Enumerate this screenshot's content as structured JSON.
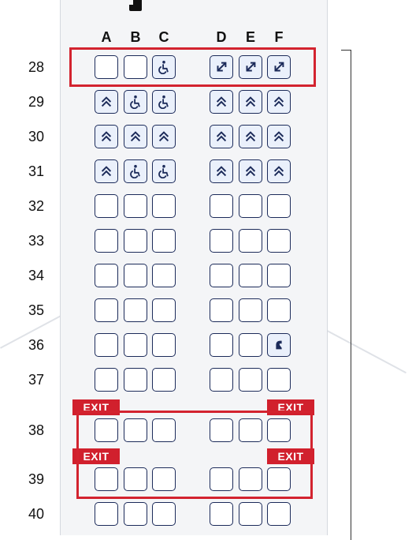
{
  "columns": [
    {
      "id": "col-a",
      "label": "A"
    },
    {
      "id": "col-b",
      "label": "B"
    },
    {
      "id": "col-c",
      "label": "C"
    },
    {
      "id": "col-d",
      "label": "D"
    },
    {
      "id": "col-e",
      "label": "E"
    },
    {
      "id": "col-f",
      "label": "F"
    }
  ],
  "rows": [
    {
      "number": "28",
      "seats": [
        "empty",
        "empty",
        "wheelchair",
        "arrow",
        "arrow",
        "arrow"
      ],
      "highlight": true,
      "exit": false
    },
    {
      "number": "29",
      "seats": [
        "chevrons",
        "wheelchair",
        "wheelchair",
        "chevrons",
        "chevrons",
        "chevrons"
      ],
      "highlight": false,
      "exit": false
    },
    {
      "number": "30",
      "seats": [
        "chevrons",
        "chevrons",
        "chevrons",
        "chevrons",
        "chevrons",
        "chevrons"
      ],
      "highlight": false,
      "exit": false
    },
    {
      "number": "31",
      "seats": [
        "chevrons",
        "wheelchair",
        "wheelchair",
        "chevrons",
        "chevrons",
        "chevrons"
      ],
      "highlight": false,
      "exit": false
    },
    {
      "number": "32",
      "seats": [
        "empty",
        "empty",
        "empty",
        "empty",
        "empty",
        "empty"
      ],
      "highlight": false,
      "exit": false
    },
    {
      "number": "33",
      "seats": [
        "empty",
        "empty",
        "empty",
        "empty",
        "empty",
        "empty"
      ],
      "highlight": false,
      "exit": false
    },
    {
      "number": "34",
      "seats": [
        "empty",
        "empty",
        "empty",
        "empty",
        "empty",
        "empty"
      ],
      "highlight": false,
      "exit": false
    },
    {
      "number": "35",
      "seats": [
        "empty",
        "empty",
        "empty",
        "empty",
        "empty",
        "empty"
      ],
      "highlight": false,
      "exit": false
    },
    {
      "number": "36",
      "seats": [
        "empty",
        "empty",
        "empty",
        "empty",
        "empty",
        "bassinet"
      ],
      "highlight": false,
      "exit": false
    },
    {
      "number": "37",
      "seats": [
        "empty",
        "empty",
        "empty",
        "empty",
        "empty",
        "empty"
      ],
      "highlight": false,
      "exit": false
    },
    {
      "number": "38",
      "seats": [
        "empty",
        "empty",
        "empty",
        "empty",
        "empty",
        "empty"
      ],
      "highlight": true,
      "exit": true
    },
    {
      "number": "39",
      "seats": [
        "empty",
        "empty",
        "empty",
        "empty",
        "empty",
        "empty"
      ],
      "highlight": true,
      "exit": true
    },
    {
      "number": "40",
      "seats": [
        "empty",
        "empty",
        "empty",
        "empty",
        "empty",
        "empty"
      ],
      "highlight": false,
      "exit": false
    }
  ],
  "exit_label": "EXIT",
  "colors": {
    "seat_border": "#1c2b5a",
    "exit_red": "#d1202d",
    "highlight_red": "#d3232f",
    "fuselage": "#f4f5f7"
  }
}
